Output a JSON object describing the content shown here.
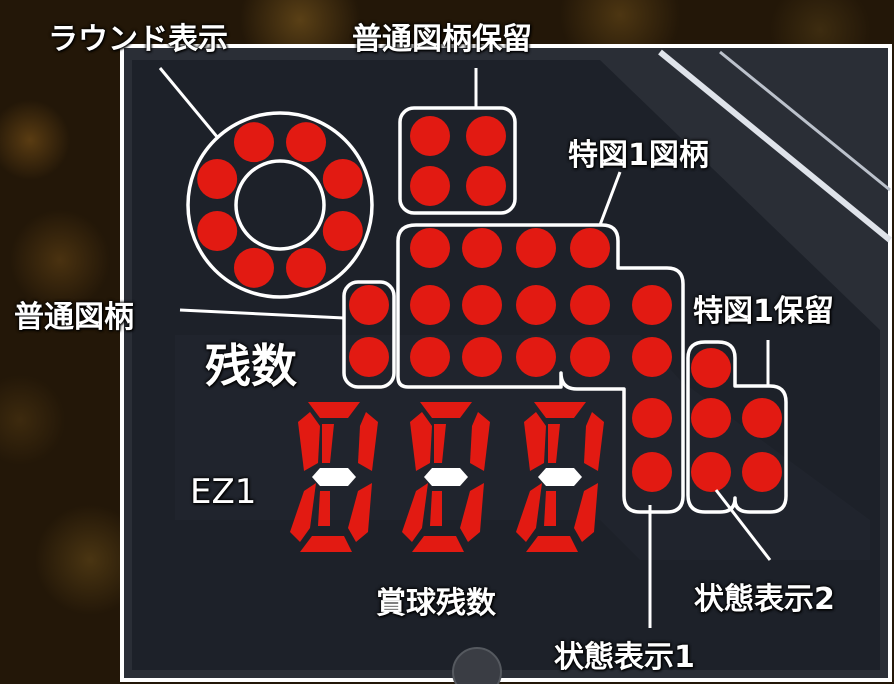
{
  "labels": {
    "round_display": "ラウンド表示",
    "normal_symbol_hold": "普通図柄保留",
    "special1_symbol": "特図1図柄",
    "normal_symbol": "普通図柄",
    "remaining_count": "残数",
    "special1_hold": "特図1保留",
    "ez_label": "EZ1",
    "prize_ball_remaining": "賞球残数",
    "status_display_2": "状態表示2",
    "status_display_1": "状態表示1"
  },
  "colors": {
    "led_red": "#e21a12",
    "panel": "#252a33",
    "outline": "#ffffff",
    "segment_off": "#ffffff"
  }
}
